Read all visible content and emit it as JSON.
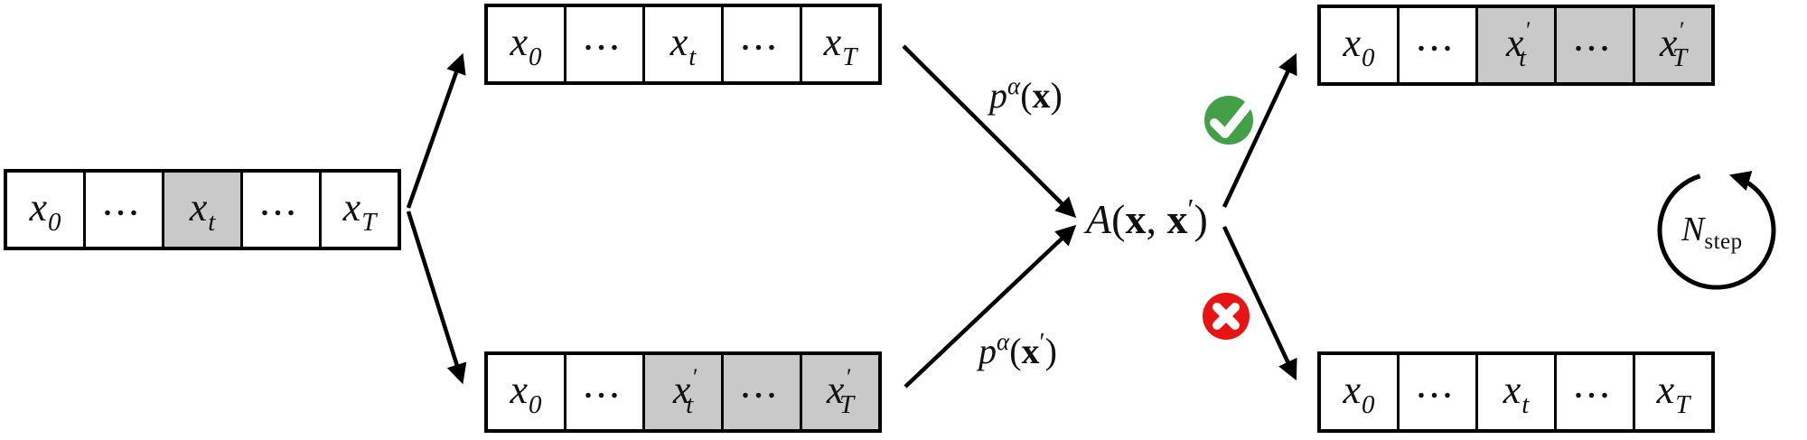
{
  "rows": {
    "source": {
      "cells": [
        {
          "base": "x",
          "prime": "",
          "sub": "0",
          "shaded": false,
          "dots": false
        },
        {
          "base": "...",
          "prime": "",
          "sub": "",
          "shaded": false,
          "dots": true
        },
        {
          "base": "x",
          "prime": "",
          "sub": "t",
          "shaded": true,
          "dots": false
        },
        {
          "base": "...",
          "prime": "",
          "sub": "",
          "shaded": false,
          "dots": true
        },
        {
          "base": "x",
          "prime": "",
          "sub": "T",
          "shaded": false,
          "dots": false
        }
      ]
    },
    "proposal_top": {
      "cells": [
        {
          "base": "x",
          "prime": "",
          "sub": "0",
          "shaded": false,
          "dots": false
        },
        {
          "base": "...",
          "prime": "",
          "sub": "",
          "shaded": false,
          "dots": true
        },
        {
          "base": "x",
          "prime": "",
          "sub": "t",
          "shaded": false,
          "dots": false
        },
        {
          "base": "...",
          "prime": "",
          "sub": "",
          "shaded": false,
          "dots": true
        },
        {
          "base": "x",
          "prime": "",
          "sub": "T",
          "shaded": false,
          "dots": false
        }
      ]
    },
    "proposal_bottom": {
      "cells": [
        {
          "base": "x",
          "prime": "",
          "sub": "0",
          "shaded": false,
          "dots": false
        },
        {
          "base": "...",
          "prime": "",
          "sub": "",
          "shaded": false,
          "dots": true
        },
        {
          "base": "x",
          "prime": "′",
          "sub": "t",
          "shaded": true,
          "dots": false
        },
        {
          "base": "...",
          "prime": "",
          "sub": "",
          "shaded": true,
          "dots": true
        },
        {
          "base": "x",
          "prime": "′",
          "sub": "T",
          "shaded": true,
          "dots": false
        }
      ]
    },
    "accepted": {
      "cells": [
        {
          "base": "x",
          "prime": "",
          "sub": "0",
          "shaded": false,
          "dots": false
        },
        {
          "base": "...",
          "prime": "",
          "sub": "",
          "shaded": false,
          "dots": true
        },
        {
          "base": "x",
          "prime": "′",
          "sub": "t",
          "shaded": true,
          "dots": false
        },
        {
          "base": "...",
          "prime": "",
          "sub": "",
          "shaded": true,
          "dots": true
        },
        {
          "base": "x",
          "prime": "′",
          "sub": "T",
          "shaded": true,
          "dots": false
        }
      ]
    },
    "rejected": {
      "cells": [
        {
          "base": "x",
          "prime": "",
          "sub": "0",
          "shaded": false,
          "dots": false
        },
        {
          "base": "...",
          "prime": "",
          "sub": "",
          "shaded": false,
          "dots": true
        },
        {
          "base": "x",
          "prime": "",
          "sub": "t",
          "shaded": false,
          "dots": false
        },
        {
          "base": "...",
          "prime": "",
          "sub": "",
          "shaded": false,
          "dots": true
        },
        {
          "base": "x",
          "prime": "",
          "sub": "T",
          "shaded": false,
          "dots": false
        }
      ]
    }
  },
  "labels": {
    "p_x": {
      "base": "p",
      "sup": "α",
      "open": "(",
      "arg": "x",
      "prime": "",
      "close": ")"
    },
    "p_x_prime": {
      "base": "p",
      "sup": "α",
      "open": "(",
      "arg": "x",
      "prime": "′",
      "close": ")"
    },
    "acceptance": {
      "func": "A",
      "open": "(",
      "arg1": "x",
      "sep": ", ",
      "arg2": "x",
      "prime": "′",
      "close": ")"
    },
    "n_step": {
      "base": "N",
      "sub": "step"
    }
  },
  "icons": {
    "accept": "check-circle-icon",
    "reject": "cross-circle-icon",
    "loop": "circular-arrow-icon"
  },
  "colors": {
    "accept_green": "#43a047",
    "reject_red": "#e81313",
    "cell_shaded_fill": "#c9c9c9",
    "line_black": "#000000"
  }
}
